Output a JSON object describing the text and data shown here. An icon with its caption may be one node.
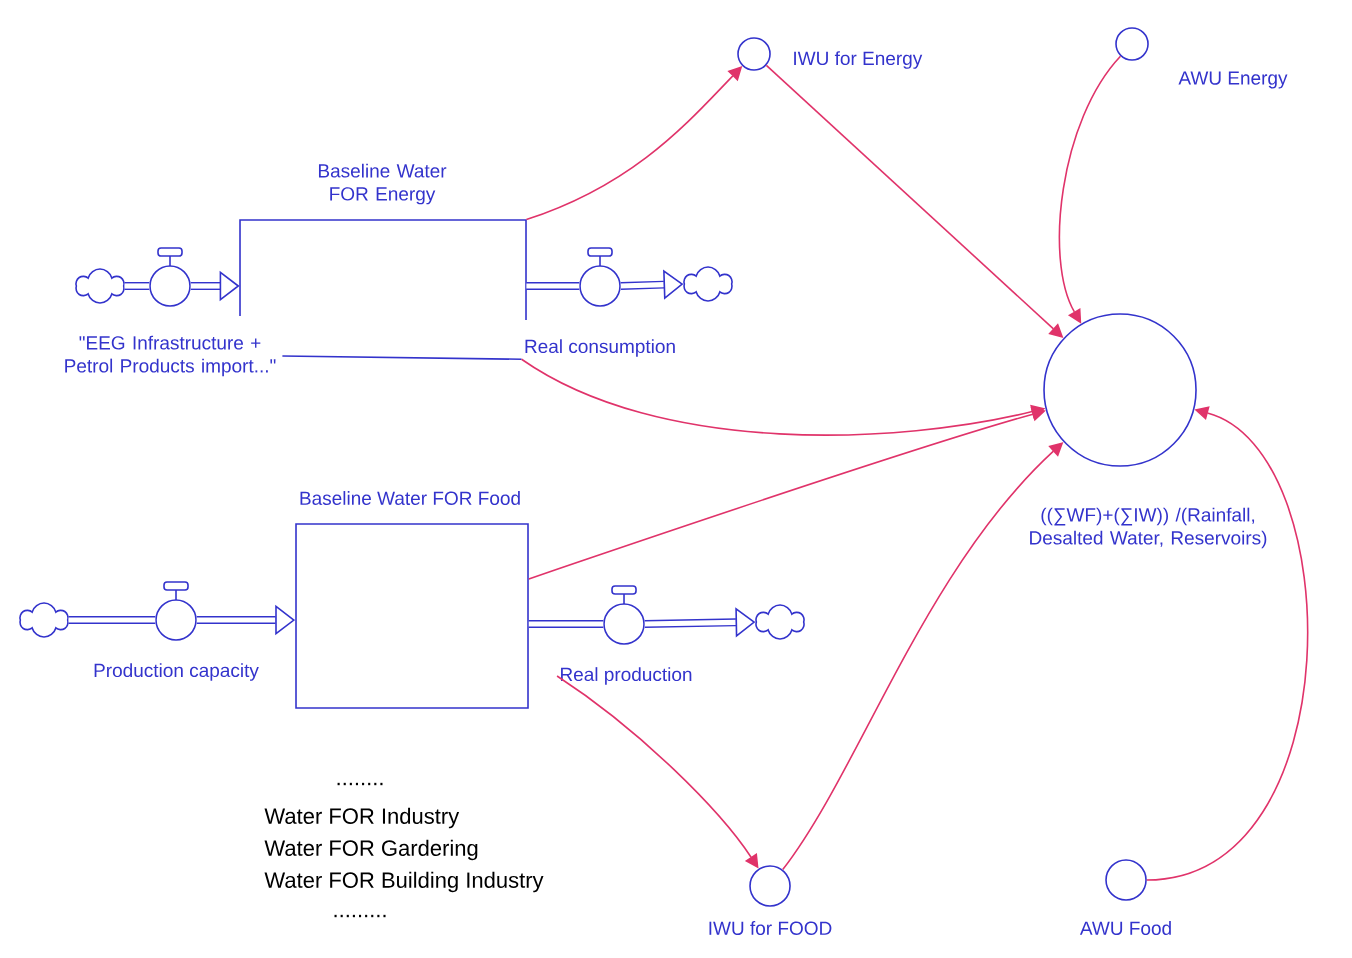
{
  "diagram": {
    "nodes": [
      {
        "text": [
          "IWU for Energy"
        ]
      },
      {
        "text": [
          "AWU Energy"
        ]
      },
      {
        "text": [
          "Baseline Water FOR Energy"
        ]
      },
      {
        "text": [],
        "shape": "cloud"
      },
      {
        "text": [
          "\"EEG Infrastructure + Petrol Products import...\""
        ]
      },
      {
        "text": [
          "Real consumption"
        ]
      },
      {
        "text": [],
        "shape": "cloud"
      },
      {
        "text": [
          "((∑WF)+(∑IW)) /(Rainfall, Desalted Water, Reservoirs)"
        ]
      },
      {
        "text": [
          "Baseline Water FOR Food"
        ]
      },
      {
        "text": [],
        "shape": "cloud"
      },
      {
        "text": [
          "Production capacity"
        ]
      },
      {
        "text": [
          "Real production"
        ]
      },
      {
        "text": [],
        "shape": "cloud"
      },
      {
        "text": [
          "IWU for FOOD"
        ]
      },
      {
        "text": [
          "AWU Food"
        ]
      }
    ],
    "edges": [
      {
        "from": 3,
        "to": 4,
        "arrow": "none",
        "style": "thick"
      },
      {
        "from": 4,
        "to": 2,
        "arrow": "to",
        "style": "thick"
      },
      {
        "from": 2,
        "to": 5,
        "arrow": "none",
        "style": "thick"
      },
      {
        "from": 5,
        "to": 6,
        "arrow": "to",
        "style": "thick"
      },
      {
        "from": 9,
        "to": 10,
        "arrow": "none",
        "style": "thick"
      },
      {
        "from": 10,
        "to": 8,
        "arrow": "to",
        "style": "thick"
      },
      {
        "from": 8,
        "to": 11,
        "arrow": "none",
        "style": "thick"
      },
      {
        "from": 11,
        "to": 12,
        "arrow": "to",
        "style": "thick"
      },
      {
        "from": 2,
        "to": 0,
        "arrow": "to",
        "color": "#e0336a"
      },
      {
        "from": 0,
        "to": 7,
        "arrow": "to",
        "color": "#e0336a"
      },
      {
        "from": 1,
        "to": 7,
        "arrow": "to",
        "color": "#e0336a"
      },
      {
        "from": 4,
        "to": 5,
        "arrow": "none"
      },
      {
        "from": 5,
        "to": 7,
        "arrow": "to",
        "color": "#e0336a"
      },
      {
        "from": 8,
        "to": 7,
        "arrow": "to",
        "color": "#e0336a"
      },
      {
        "from": 11,
        "to": 13,
        "arrow": "to",
        "color": "#e0336a"
      },
      {
        "from": 13,
        "to": 7,
        "arrow": "to",
        "color": "#e0336a"
      },
      {
        "from": 14,
        "to": 7,
        "arrow": "to",
        "color": "#e0336a"
      }
    ],
    "labels": [
      "........",
      "Water FOR Industry",
      "Water FOR Gardering",
      "Water FOR Building Industry",
      "........."
    ]
  }
}
